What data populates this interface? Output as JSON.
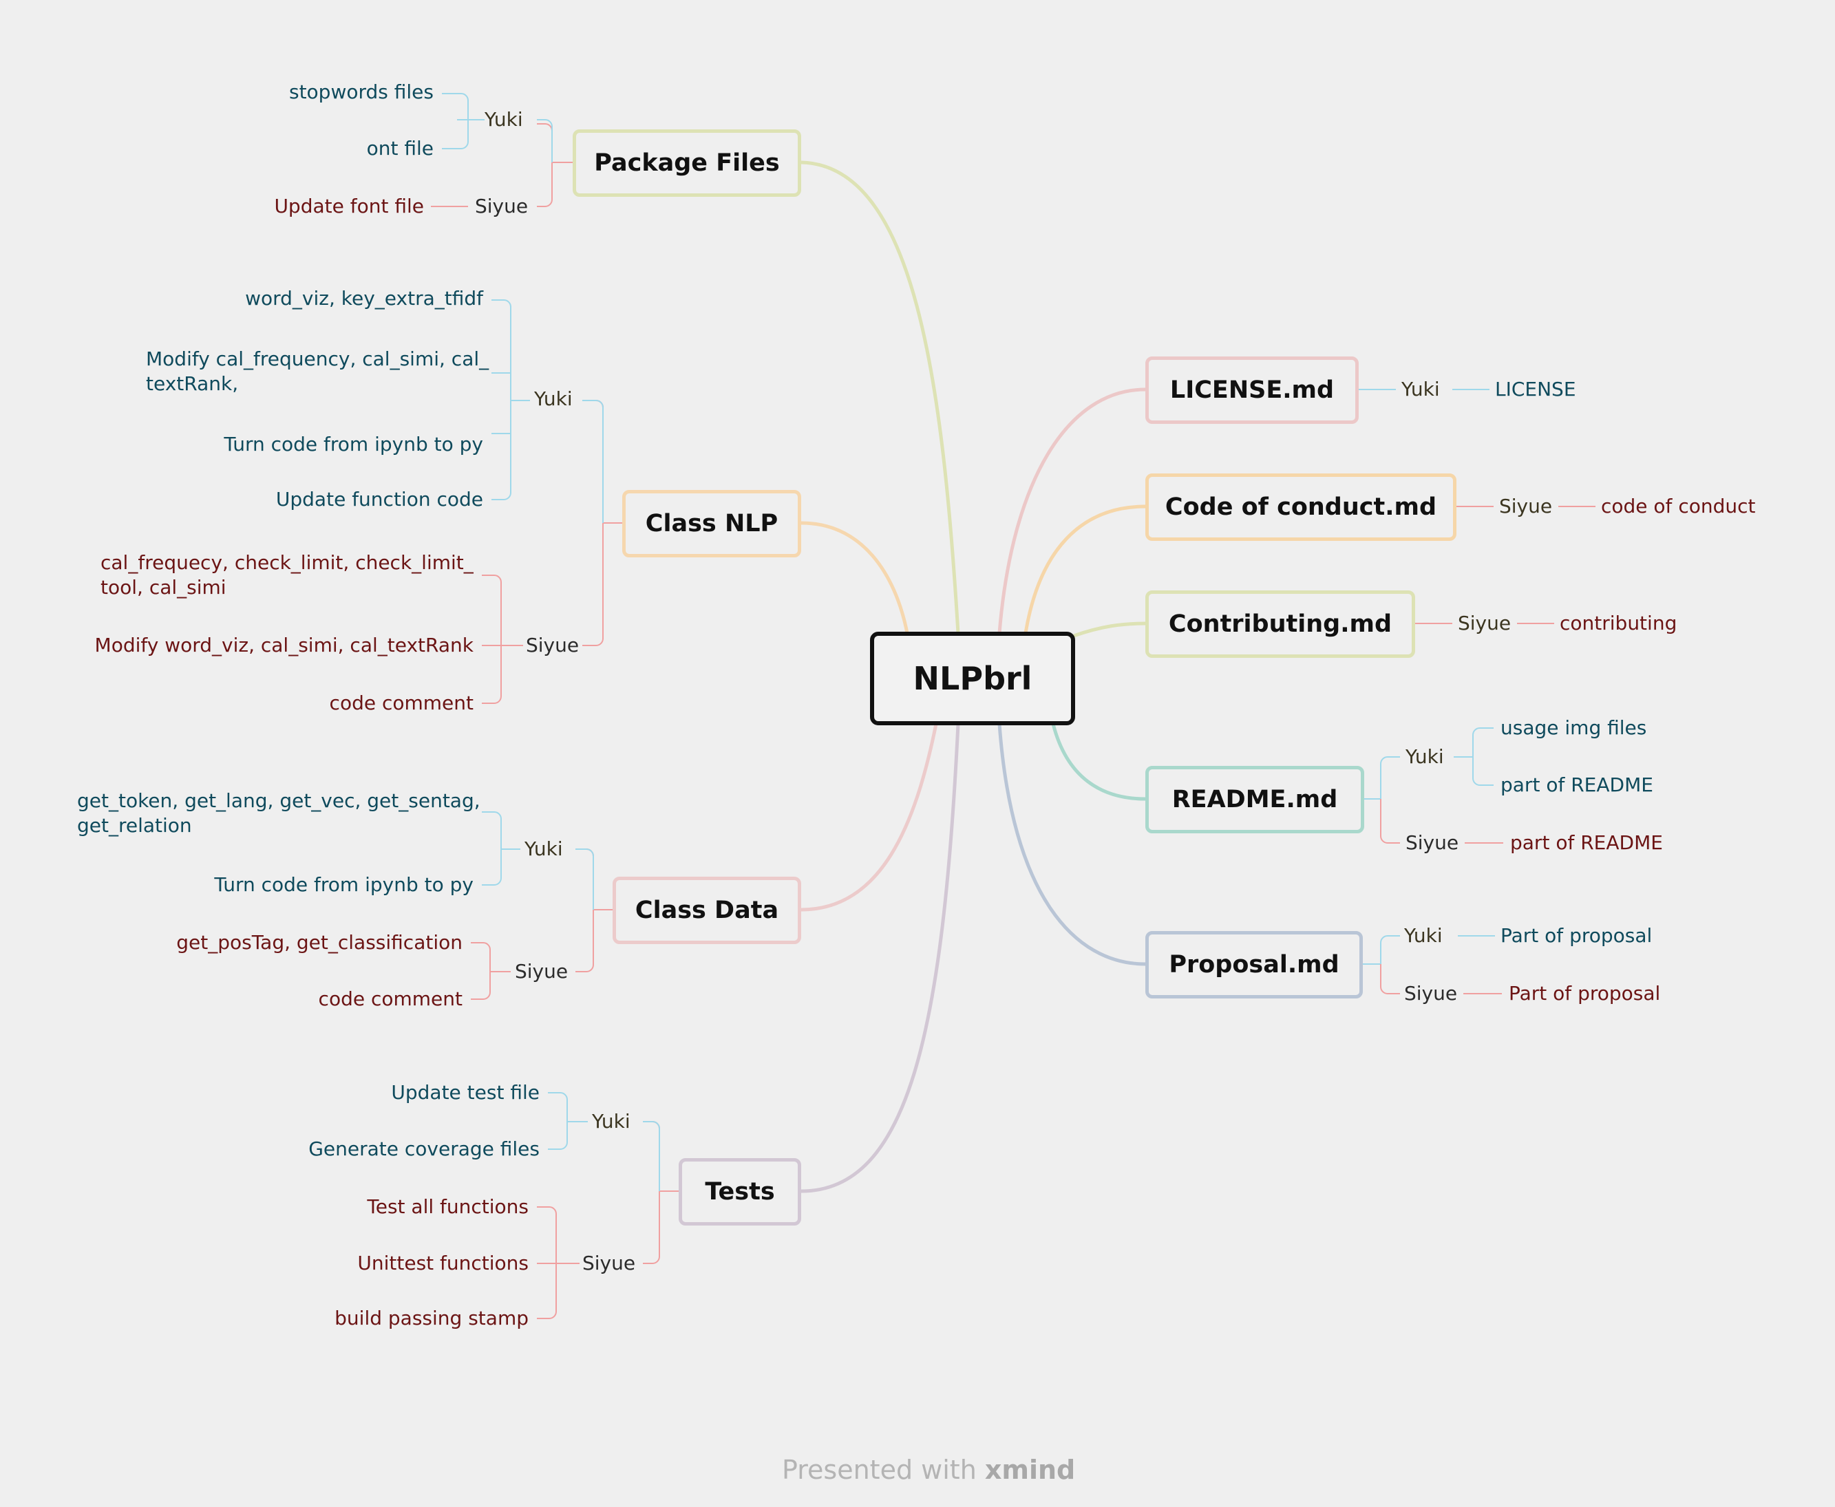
{
  "root": {
    "label": "NLPbrl"
  },
  "left": {
    "package_files": {
      "label": "Package Files",
      "yuki": {
        "name": "Yuki",
        "items": [
          "stopwords files",
          "ont file"
        ]
      },
      "siyue": {
        "name": "Siyue",
        "items": [
          "Update font file"
        ]
      }
    },
    "class_nlp": {
      "label": "Class NLP",
      "yuki": {
        "name": "Yuki",
        "items": [
          "word_viz, key_extra_tfidf",
          "Modify cal_frequency, cal_simi, cal_ textRank,",
          "Turn code from ipynb to py",
          "Update function code"
        ]
      },
      "siyue": {
        "name": "Siyue",
        "items": [
          "cal_frequecy, check_limit, check_limit_ tool, cal_simi",
          "Modify word_viz, cal_simi, cal_textRank",
          "code comment"
        ]
      }
    },
    "class_data": {
      "label": "Class Data",
      "yuki": {
        "name": "Yuki",
        "items": [
          "get_token, get_lang, get_vec, get_sentag, get_relation",
          "Turn code from ipynb to py"
        ]
      },
      "siyue": {
        "name": "Siyue",
        "items": [
          "get_posTag, get_classification",
          "code comment"
        ]
      }
    },
    "tests": {
      "label": "Tests",
      "yuki": {
        "name": "Yuki",
        "items": [
          "Update test file",
          "Generate coverage files"
        ]
      },
      "siyue": {
        "name": "Siyue",
        "items": [
          "Test all functions",
          "Unittest functions",
          "build passing stamp"
        ]
      }
    }
  },
  "right": {
    "license": {
      "label": "LICENSE.md",
      "yuki": {
        "name": "Yuki",
        "items": [
          "LICENSE"
        ]
      }
    },
    "coc": {
      "label": "Code of conduct.md",
      "siyue": {
        "name": "Siyue",
        "items": [
          "code of conduct"
        ]
      }
    },
    "contributing": {
      "label": "Contributing.md",
      "siyue": {
        "name": "Siyue",
        "items": [
          "contributing"
        ]
      }
    },
    "readme": {
      "label": "README.md",
      "yuki": {
        "name": "Yuki",
        "items": [
          "usage img files",
          "part of README"
        ]
      },
      "siyue": {
        "name": "Siyue",
        "items": [
          "part of README"
        ]
      }
    },
    "proposal": {
      "label": "Proposal.md",
      "yuki": {
        "name": "Yuki",
        "items": [
          "Part of proposal"
        ]
      },
      "siyue": {
        "name": "Siyue",
        "items": [
          "Part of proposal"
        ]
      }
    }
  },
  "footer": {
    "prefix": "Presented with ",
    "brand": "xmind"
  },
  "colors": {
    "background": "#efefef",
    "yuki_line": "#9fd8ea",
    "siyue_line": "#f0a0a0",
    "package_files": "#dde2b4",
    "class_nlp": "#f6d7ae",
    "class_data": "#eccbcb",
    "tests": "#d2c7d4",
    "license": "#ecc8c8",
    "coc": "#f6d6a8",
    "contributing": "#dde2b4",
    "readme": "#a9d8cc",
    "proposal": "#b9c5d6"
  }
}
